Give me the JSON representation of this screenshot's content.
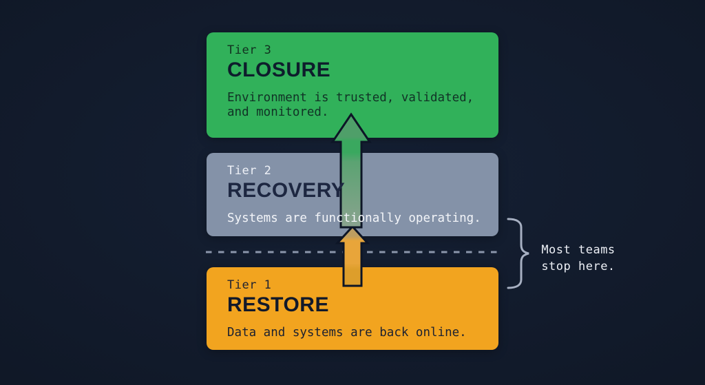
{
  "tiers": [
    {
      "label": "Tier 3",
      "title": "CLOSURE",
      "description": "Environment is trusted, validated, and monitored.",
      "box_color": "#31b15a",
      "label_color": "#11301f",
      "title_color": "#0e1d2c",
      "description_color": "#113226"
    },
    {
      "label": "Tier 2",
      "title": "RECOVERY",
      "description": "Systems are functionally operating.",
      "box_color": "#8492a8",
      "label_color": "#eef1f7",
      "title_color": "#1d2741",
      "description_color": "#f3f5f9"
    },
    {
      "label": "Tier 1",
      "title": "RESTORE",
      "description": "Data and systems are back online.",
      "box_color": "#f2a41f",
      "label_color": "#1e2231",
      "title_color": "#12192a",
      "description_color": "#1c2130"
    }
  ],
  "annotation": {
    "line1": "Most teams",
    "line2": "stop here.",
    "text_color": "#edf0f6",
    "bracket_color": "#a7b0c2"
  },
  "divider": {
    "style": "dashed",
    "color": "#8b96ab"
  },
  "arrows": [
    {
      "id": "recovery-to-closure",
      "direction": "up",
      "outline_color": "#0d1526",
      "head_color": "#4f9f69",
      "gap_color": "#3aa85f",
      "over_recovery_top_color": "#5ba372",
      "over_recovery_bottom_color": "#8aa38f"
    },
    {
      "id": "restore-to-recovery",
      "direction": "up",
      "outline_color": "#0d1526",
      "head_color": "#bd9d60",
      "gap_color": "#e8a53a",
      "in_restore_color": "#dd9e2b"
    }
  ],
  "background": {
    "center_color": "#152034",
    "edge_color": "#0a101f"
  }
}
